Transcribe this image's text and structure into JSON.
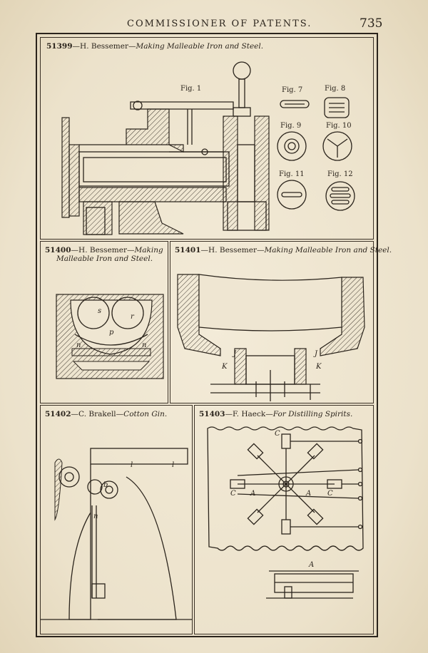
{
  "header": {
    "title": "COMMISSIONER OF PATENTS.",
    "page_number": "735"
  },
  "patents": [
    {
      "number": "51399",
      "inventor": "H. Bessemer",
      "subject": "Making Malleable Iron and Steel.",
      "figures": [
        "Fig. 1",
        "Fig. 7",
        "Fig. 8",
        "Fig. 9",
        "Fig. 10",
        "Fig. 11",
        "Fig. 12"
      ]
    },
    {
      "number": "51400",
      "inventor": "H. Bessemer",
      "subject_line1": "Making",
      "subject_line2": "Malleable Iron and Steel.",
      "labels": [
        "s",
        "r",
        "p",
        "n",
        "n"
      ]
    },
    {
      "number": "51401",
      "inventor": "H. Bessemer",
      "subject": "Making Malleable Iron and Steel.",
      "labels": [
        "J",
        "J",
        "K",
        "K"
      ]
    },
    {
      "number": "51402",
      "inventor": "C. Brakell",
      "subject": "Cotton Gin.",
      "labels": [
        "l",
        "l",
        "b",
        "n"
      ]
    },
    {
      "number": "51403",
      "inventor": "F. Haeck",
      "subject": "For Distilling Spirits.",
      "labels": [
        "C",
        "C",
        "A",
        "A",
        "C",
        "A"
      ]
    }
  ]
}
